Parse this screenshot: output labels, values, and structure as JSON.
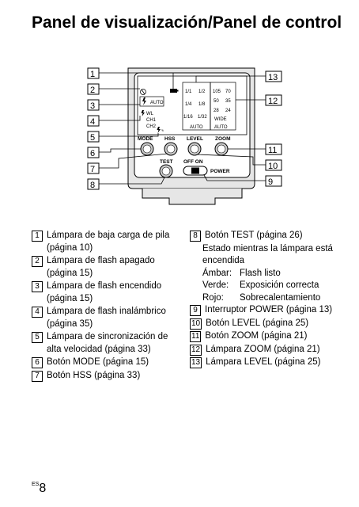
{
  "title": "Panel de visualización/Panel de control",
  "diagram": {
    "callouts_left": [
      "1",
      "2",
      "3",
      "4",
      "5",
      "6",
      "7",
      "8"
    ],
    "callouts_right": [
      "13",
      "12",
      "11",
      "10",
      "9"
    ],
    "display": {
      "wl_line1": "WL",
      "ch1": "CH1",
      "ch2": "CH2",
      "level_col1": [
        "1/1",
        "1/4",
        "1/16"
      ],
      "level_col2": [
        "1/2",
        "1/8",
        "1/32"
      ],
      "level_auto": "AUTO",
      "zoom_rows": [
        [
          "105",
          "70"
        ],
        [
          "50",
          "35"
        ],
        [
          "28",
          "24"
        ]
      ],
      "zoom_wide": "WIDE",
      "zoom_auto": "AUTO",
      "auto_small": "AUTO"
    },
    "buttons": {
      "mode": "MODE",
      "hss": "HSS",
      "level": "LEVEL",
      "zoom": "ZOOM",
      "test": "TEST",
      "off_on": "OFF ON",
      "power": "POWER"
    }
  },
  "items_left": [
    {
      "num": "1",
      "text": "Lámpara de baja carga de pila (página 10)"
    },
    {
      "num": "2",
      "text": "Lámpara de flash apagado (página 15)"
    },
    {
      "num": "3",
      "text": "Lámpara de flash encendido (página 15)"
    },
    {
      "num": "4",
      "text": "Lámpara de flash inalámbrico (página 35)"
    },
    {
      "num": "5",
      "text": "Lámpara de sincronización de alta velocidad (página 33)"
    },
    {
      "num": "6",
      "text": "Botón MODE (página 15)"
    },
    {
      "num": "7",
      "text": "Botón HSS (página 33)"
    }
  ],
  "item8": {
    "num": "8",
    "text": "Botón TEST (página 26)",
    "sub": "Estado mientras la lámpara está encendida",
    "states": [
      {
        "k": "Ámbar:",
        "v": "Flash listo"
      },
      {
        "k": "Verde:",
        "v": "Exposición correcta"
      },
      {
        "k": "Rojo:",
        "v": "Sobrecalentamiento"
      }
    ]
  },
  "items_right": [
    {
      "num": "9",
      "text": "Interruptor POWER (página 13)"
    },
    {
      "num": "10",
      "text": "Botón LEVEL (página 25)"
    },
    {
      "num": "11",
      "text": "Botón ZOOM (página 21)"
    },
    {
      "num": "12",
      "text": "Lámpara ZOOM (página 21)"
    },
    {
      "num": "13",
      "text": "Lámpara LEVEL (página 25)"
    }
  ],
  "footer": {
    "lang": "ES",
    "page": "8"
  }
}
